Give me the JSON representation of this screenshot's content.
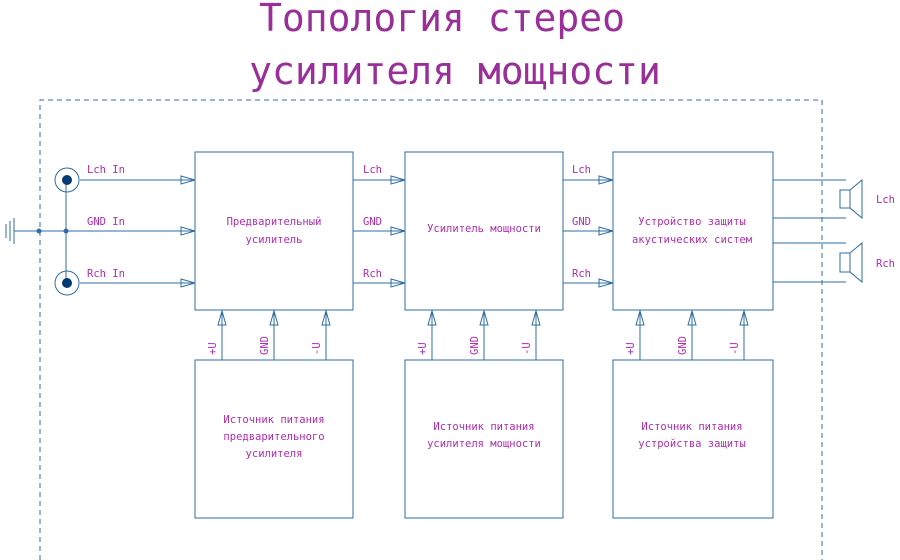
{
  "title": {
    "line1": "Топология стерео",
    "line2": "усилителя мощности"
  },
  "inputs": {
    "lch": "Lch In",
    "gnd": "GND In",
    "rch": "Rch In"
  },
  "blocks": {
    "preamp": [
      "Предварительный",
      "усилитель"
    ],
    "power_amp": [
      "Усилитель мощности"
    ],
    "protection": [
      "Устройство защиты",
      "акустических систем"
    ],
    "psu_preamp": [
      "Источник питания",
      "предварительного",
      "усилителя"
    ],
    "psu_power": [
      "Источник питания",
      "усилителя мощности"
    ],
    "psu_protection": [
      "Источник питания",
      "устройства защиты"
    ]
  },
  "signals": {
    "lch": "Lch",
    "gnd": "GND",
    "rch": "Rch"
  },
  "power_rails": {
    "plus": "+U",
    "gnd": "GND",
    "minus": "-U"
  },
  "speakers": {
    "left": "Lch",
    "right": "Rch"
  },
  "colors": {
    "line": "#2d6da3",
    "text": "#b02cb0",
    "title": "#9a2f9a"
  }
}
